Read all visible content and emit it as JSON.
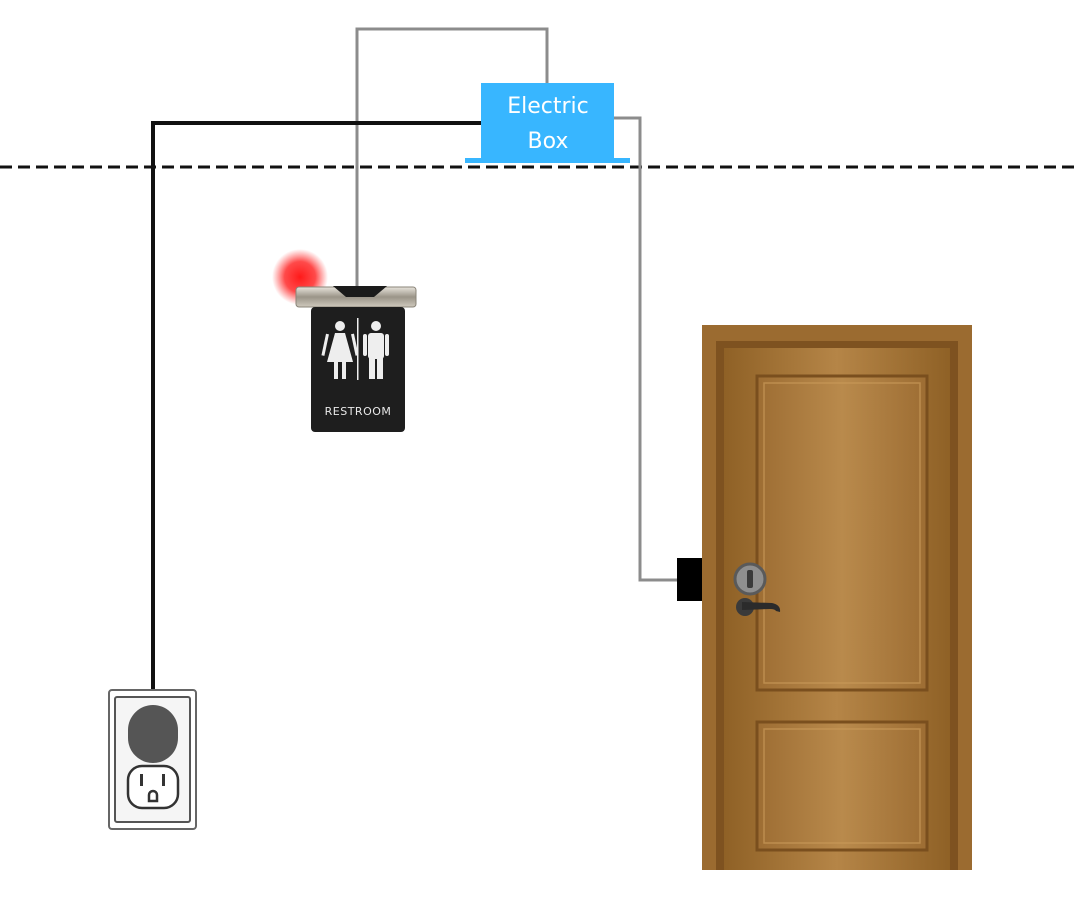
{
  "electric_box": {
    "line1": "Electric",
    "line2": "Box"
  },
  "restroom_sign": {
    "label": "RESTROOM"
  },
  "colors": {
    "box_fill": "#38b6ff",
    "black_wire": "#111111",
    "gray_wire": "#8c8c8c",
    "indicator_light": "#ff1a1a",
    "door_wood": "#a87a3e",
    "sign_background": "#1e1e1e"
  }
}
